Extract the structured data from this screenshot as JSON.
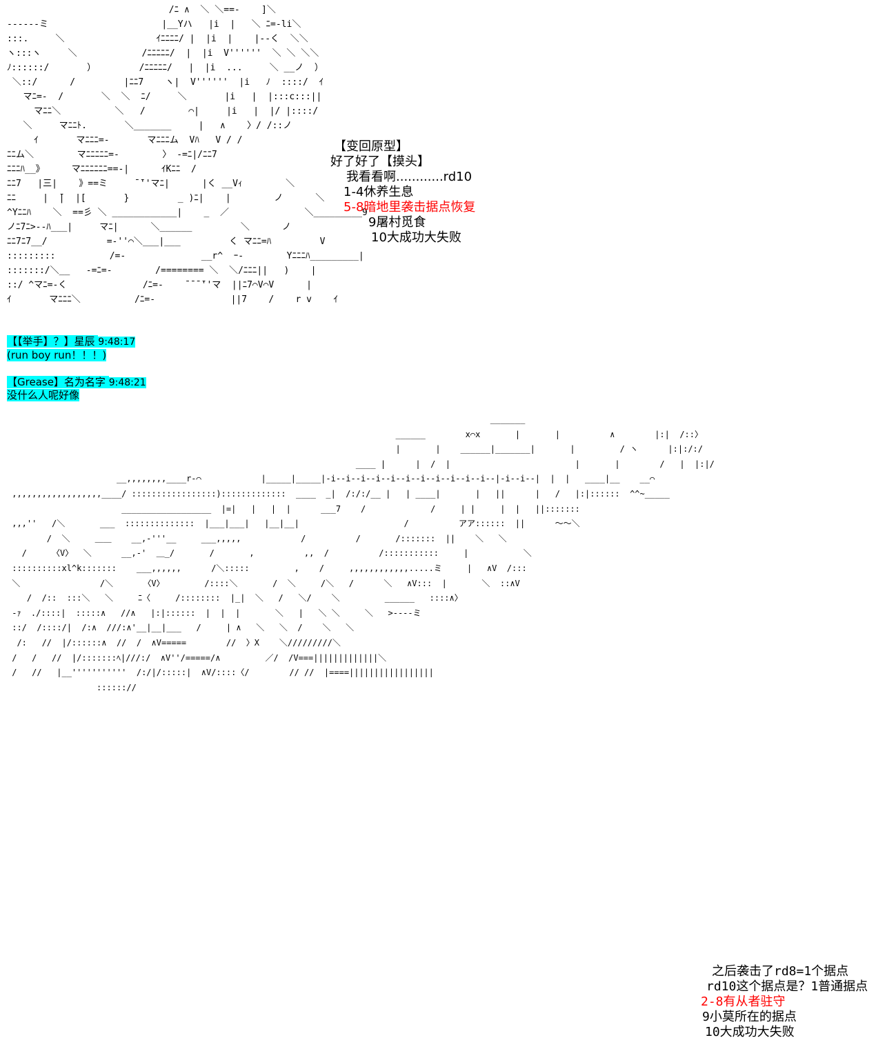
{
  "colors": {
    "background": "#ffffff",
    "text": "#000000",
    "emphasis": "#ff0000",
    "chat_highlight": "#00ffff"
  },
  "panel1": {
    "title": "【变回原型】",
    "line1": "好了好了【摸头】",
    "line2": "我看看啊............rd10",
    "options": [
      {
        "text": "1-4休养生息",
        "emphasis": false
      },
      {
        "text": "5-8暗地里袭击据点恢复",
        "emphasis": true
      },
      {
        "text": "9屠村觅食",
        "emphasis": false
      },
      {
        "text": "10大成功大失败",
        "emphasis": false
      }
    ]
  },
  "chat": [
    {
      "name": "【【举手】？】星辰",
      "time": "9:48:17",
      "message": "(run boy run！！！)"
    },
    {
      "name": "【Grease】名为名字",
      "time": "9:48:21",
      "message": "没什么人呢好像"
    }
  ],
  "panel2": {
    "line1": "之后袭击了rd8=1个据点",
    "line2": "rd10这个据点是？1普通据点",
    "options": [
      {
        "text": "2-8有从者驻守",
        "emphasis": true
      },
      {
        "text": "9小莫所在的据点",
        "emphasis": false
      },
      {
        "text": "10大成功大失败",
        "emphasis": false
      }
    ]
  }
}
